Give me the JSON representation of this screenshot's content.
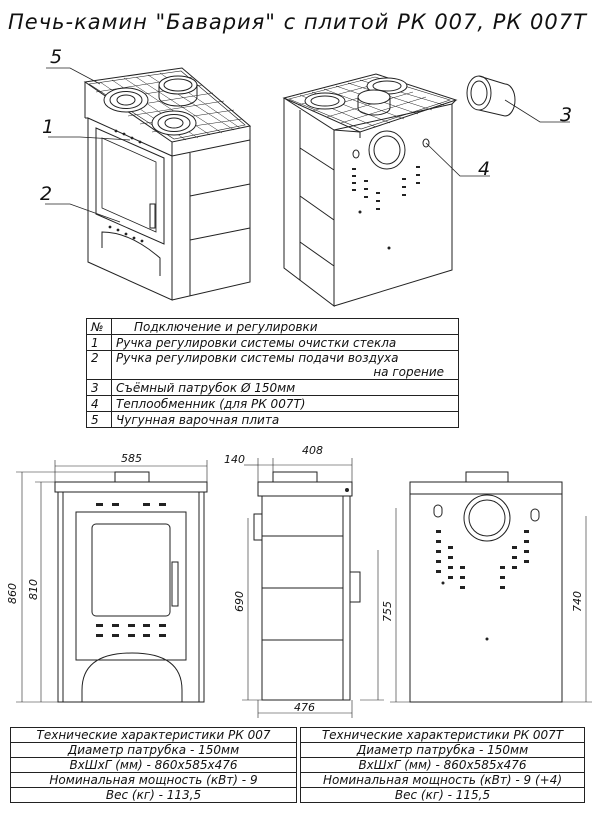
{
  "title": "Печь-камин \"Бавария\" с плитой РК 007, РК 007Т",
  "callouts": [
    "1",
    "2",
    "3",
    "4",
    "5"
  ],
  "legend": {
    "header": {
      "num": "№",
      "text": "Подключение и регулировки"
    },
    "rows": [
      {
        "num": "1",
        "text": "Ручка регулировки системы очистки стекла"
      },
      {
        "num": "2",
        "text": "Ручка регулировки системы подачи воздуха",
        "text2": "на горение"
      },
      {
        "num": "3",
        "text": "Съёмный патрубок Ø 150мм"
      },
      {
        "num": "4",
        "text": "Теплообменник (для РК 007Т)"
      },
      {
        "num": "5",
        "text": "Чугунная варочная плита"
      }
    ]
  },
  "dimensions": {
    "front_width": "585",
    "front_height": "860",
    "front_inner_height": "810",
    "side_pipe_offset": "140",
    "side_pipe_to_back": "408",
    "side_height": "690",
    "side_depth": "476",
    "back_height_left": "755",
    "back_height_right": "740"
  },
  "specs": [
    {
      "title": "Технические характеристики РК 007",
      "rows": [
        "Диаметр патрубка - 150мм",
        "ВхШхГ (мм) - 860х585х476",
        "Номинальная мощность (кВт) - 9",
        "Вес (кг) - 113,5"
      ]
    },
    {
      "title": "Технические характеристики РК 007Т",
      "rows": [
        "Диаметр патрубка - 150мм",
        "ВхШхГ (мм) - 860х585х476",
        "Номинальная мощность (кВт) - 9 (+4)",
        "Вес (кг) - 115,5"
      ]
    }
  ]
}
